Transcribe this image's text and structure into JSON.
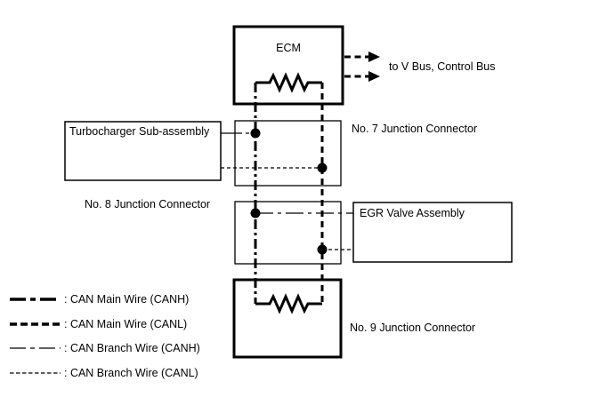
{
  "diagram": {
    "ecm": {
      "label": "ECM"
    },
    "bus_annotation": "to V Bus, Control Bus",
    "turbocharger": {
      "label": "Turbocharger Sub-assembly"
    },
    "junction7": {
      "label": "No. 7 Junction Connector"
    },
    "junction8": {
      "label": "No. 8 Junction Connector"
    },
    "egr": {
      "label": "EGR Valve Assembly"
    },
    "junction9": {
      "label": "No. 9 Junction Connector"
    }
  },
  "legend": {
    "items": [
      {
        "label": ": CAN Main Wire (CANH)",
        "line_style": "thick dash-dot"
      },
      {
        "label": ": CAN Main Wire (CANL)",
        "line_style": "thick dashed"
      },
      {
        "label": ": CAN Branch Wire (CANH)",
        "line_style": "thin dash-dot"
      },
      {
        "label": ": CAN Branch Wire (CANL)",
        "line_style": "thin dashed"
      }
    ]
  },
  "colors": {
    "line": "#000000",
    "background": "#ffffff"
  }
}
